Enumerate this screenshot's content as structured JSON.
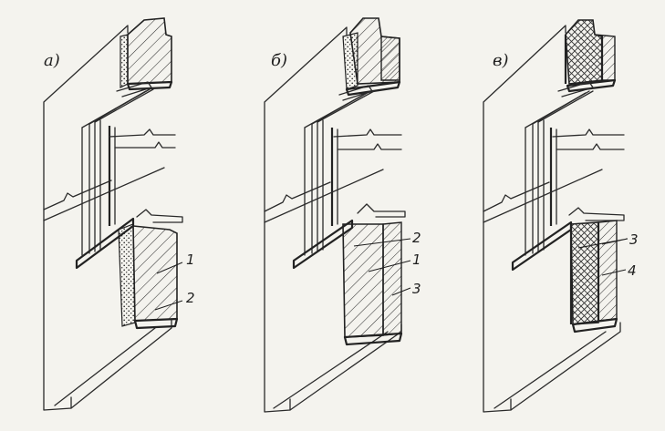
{
  "figures": [
    {
      "label": "а)",
      "callouts": [
        "1",
        "2"
      ]
    },
    {
      "label": "б)",
      "callouts": [
        "2",
        "1",
        "3"
      ]
    },
    {
      "label": "в)",
      "callouts": [
        "3",
        "4"
      ]
    }
  ],
  "colors": {
    "paper": "#f4f3ee",
    "ink": "#2a2a2a"
  }
}
